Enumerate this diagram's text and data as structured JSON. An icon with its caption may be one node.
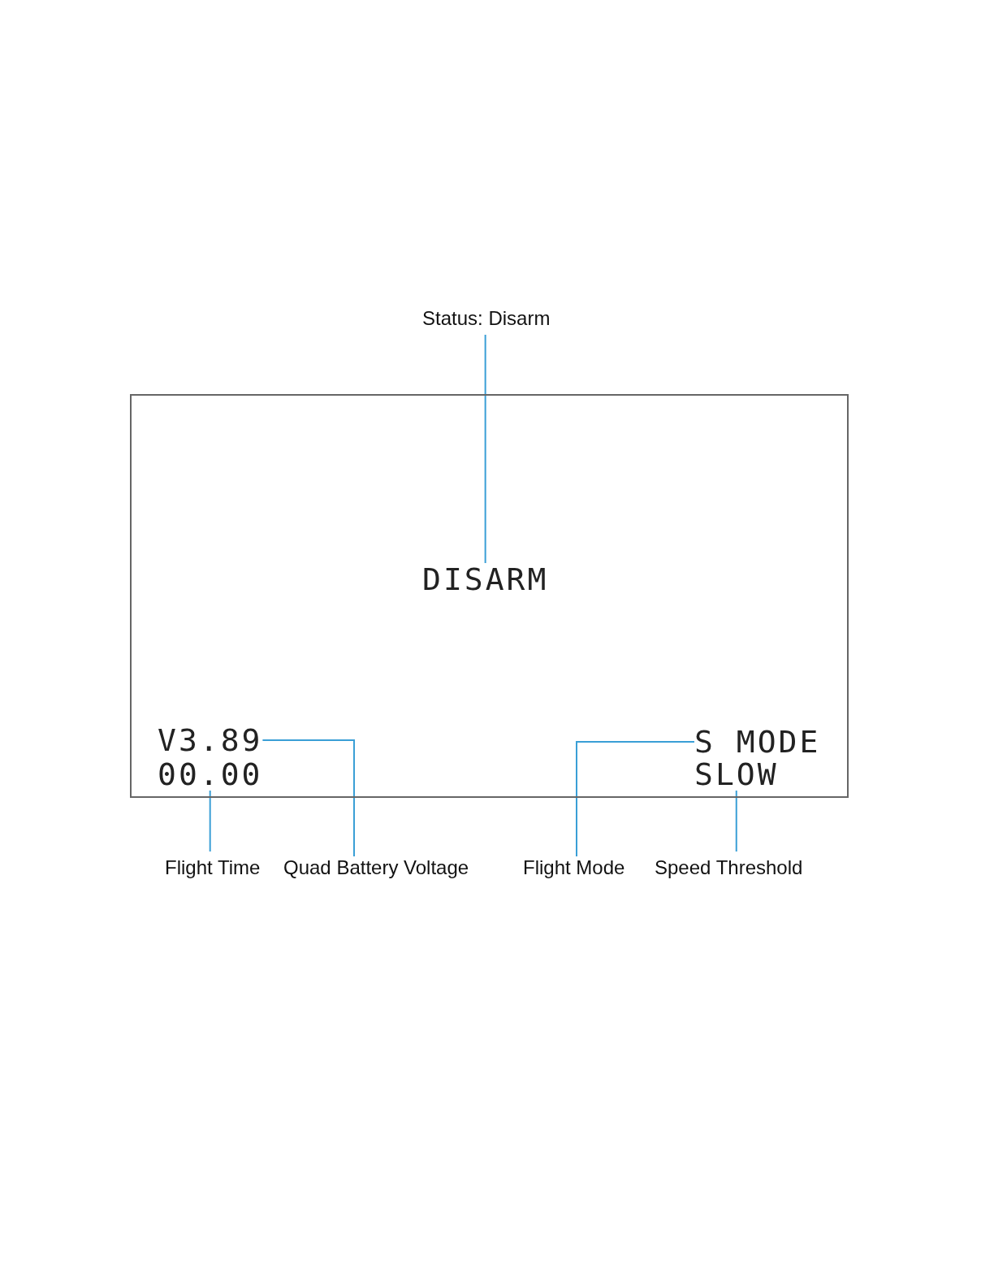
{
  "diagram": {
    "nodes": [
      {
        "text": [
          "Status: Disarm"
        ]
      },
      {
        "text": [],
        "shape": "box"
      },
      {
        "text": [
          "DISARM"
        ],
        "in": 1
      },
      {
        "text": [
          "V3.89"
        ],
        "in": 1
      },
      {
        "text": [
          "S MODE"
        ],
        "in": 1
      },
      {
        "text": [
          "00.00"
        ],
        "in": 1
      },
      {
        "text": [
          "SLOW"
        ],
        "in": 1
      },
      {
        "text": [
          "Flight Time"
        ]
      },
      {
        "text": [
          "Quad Battery Voltage"
        ]
      },
      {
        "text": [
          "Flight Mode"
        ]
      },
      {
        "text": [
          "Speed Threshold"
        ]
      }
    ],
    "edges": [
      {
        "from": 0,
        "to": 2,
        "arrow": "none"
      },
      {
        "from": 7,
        "to": 5,
        "arrow": "none"
      },
      {
        "from": 8,
        "to": 3,
        "arrow": "none"
      },
      {
        "from": 9,
        "to": 4,
        "arrow": "none"
      },
      {
        "from": 10,
        "to": 6,
        "arrow": "none"
      }
    ]
  }
}
